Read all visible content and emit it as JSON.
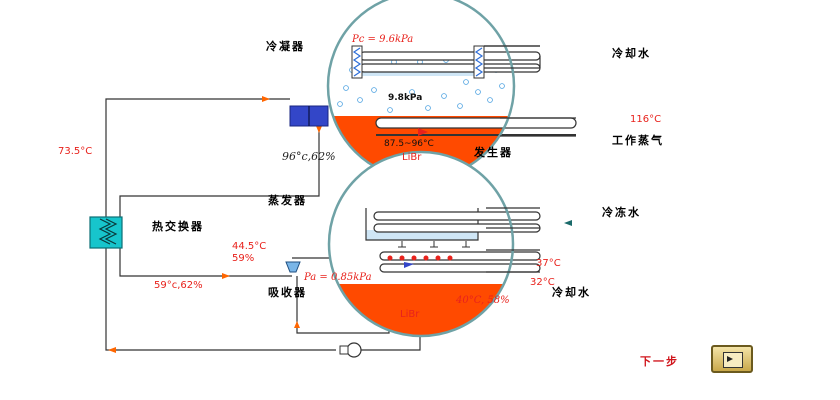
{
  "labels": {
    "condenser": "冷凝器",
    "cooling_water_top": "冷却水",
    "generator": "发生器",
    "working_steam": "工作蒸气",
    "evaporator": "蒸发器",
    "heat_exchanger": "热交换器",
    "chilled_water": "冷冻水",
    "absorber": "吸收器",
    "cooling_water_bottom": "冷却水",
    "libr_top": "LiBr",
    "libr_bottom": "LiBr"
  },
  "values": {
    "pc": "Pc = 9.6kPa",
    "p_top": "9.8kPa",
    "steam_temp": "116°C",
    "gen_temp": "87.5~96°C",
    "t_73": "73.5°C",
    "gen_out": "96°c,62%",
    "t_445": "44.5°C",
    "pct_59": "59%",
    "pa": "Pa = 0.85kPa",
    "t_37": "37°C",
    "t_32": "32°C",
    "abs_out": "40°C, 58%",
    "mix_out": "59°c,62%"
  },
  "nav": {
    "next_label": "下一步"
  },
  "colors": {
    "solution": "#ff4a00",
    "accent_red": "#e8221c",
    "valve_blue": "#3346c8",
    "hx_cyan": "#17c5cc",
    "circle_border": "#6fa2a6",
    "arrow_orange": "#ff6600"
  }
}
